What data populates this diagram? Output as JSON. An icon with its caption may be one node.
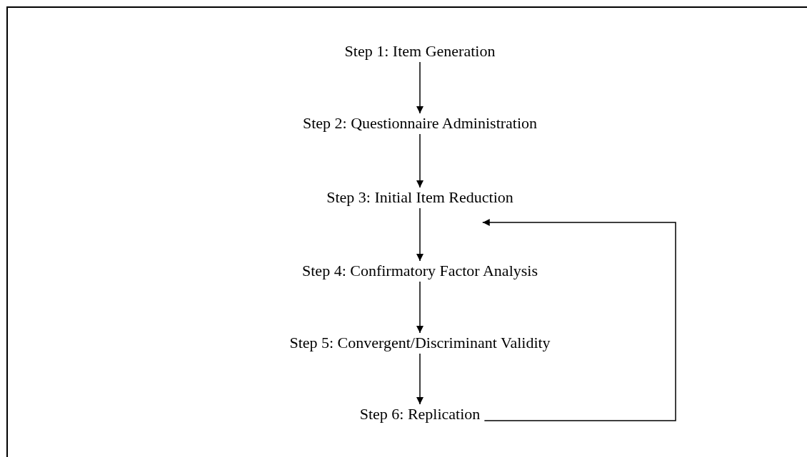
{
  "diagram": {
    "nodes": [
      {
        "text": [
          "Step 1: Item Generation"
        ]
      },
      {
        "text": [
          "Step 2: Questionnaire Administration"
        ]
      },
      {
        "text": [
          "Step 3: Initial Item Reduction"
        ]
      },
      {
        "text": [
          "Step 4: Confirmatory Factor Analysis"
        ]
      },
      {
        "text": [
          "Step 5: Convergent/Discriminant Validity"
        ]
      },
      {
        "text": [
          "Step 6: Replication"
        ]
      }
    ],
    "edges": [
      {
        "from": 0,
        "to": 1,
        "arrow": "to"
      },
      {
        "from": 1,
        "to": 2,
        "arrow": "to"
      },
      {
        "from": 2,
        "to": 3,
        "arrow": "to"
      },
      {
        "from": 3,
        "to": 4,
        "arrow": "to"
      },
      {
        "from": 4,
        "to": 5,
        "arrow": "to"
      },
      {
        "from": 5,
        "to": 2,
        "arrow": "to"
      }
    ]
  }
}
